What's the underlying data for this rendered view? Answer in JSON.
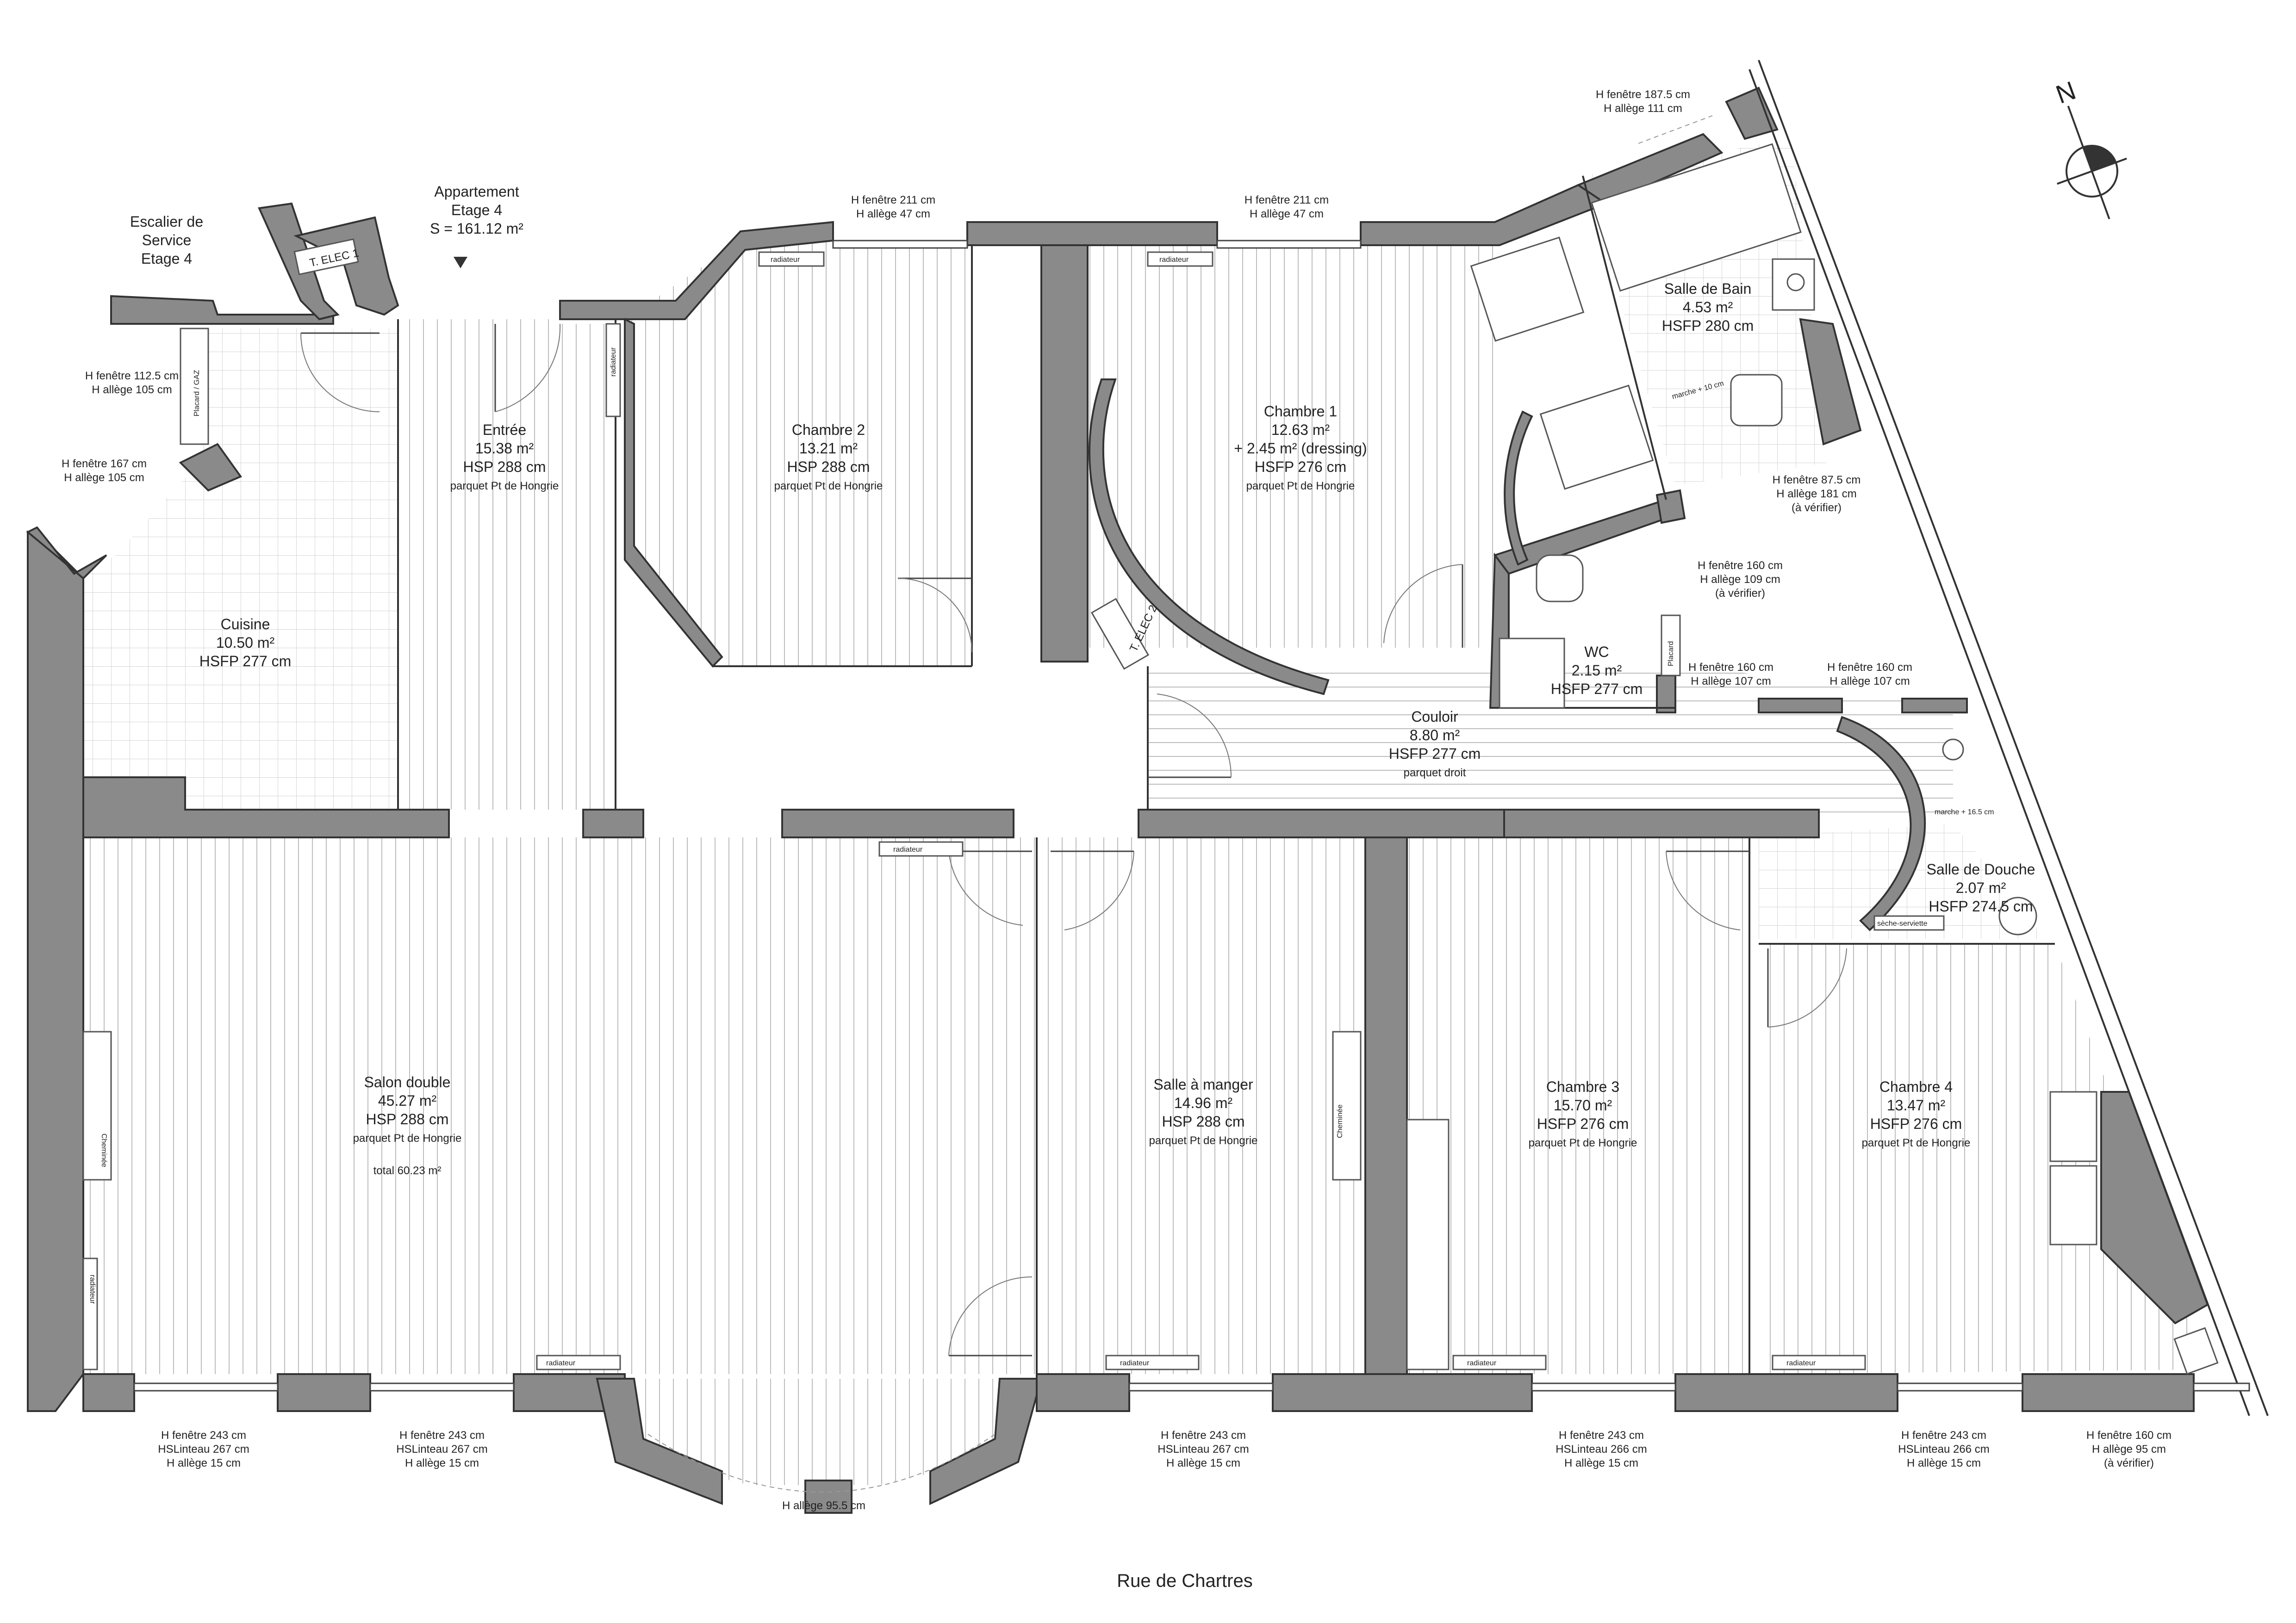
{
  "apartment": {
    "title": "Appartement",
    "floor": "Etage 4",
    "surface": "S = 161.12 m²",
    "stair": [
      "Escalier de",
      "Service",
      "Etage 4"
    ]
  },
  "street": "Rue de Chartres",
  "rooms": {
    "cuisine": {
      "lines": [
        "Cuisine",
        "10.50 m²",
        "HSFP 277 cm"
      ]
    },
    "entree": {
      "lines": [
        "Entrée",
        "15.38 m²",
        "HSP 288 cm"
      ],
      "floor": "parquet Pt de Hongrie"
    },
    "chambre2": {
      "lines": [
        "Chambre 2",
        "13.21 m²",
        "HSP 288 cm"
      ],
      "floor": "parquet Pt de Hongrie"
    },
    "chambre1": {
      "lines": [
        "Chambre 1",
        "12.63 m²",
        "+ 2.45 m² (dressing)",
        "HSFP 276 cm"
      ],
      "floor": "parquet Pt de Hongrie"
    },
    "bain": {
      "lines": [
        "Salle de Bain",
        "4.53 m²",
        "HSFP 280 cm"
      ]
    },
    "wc": {
      "lines": [
        "WC",
        "2.15 m²",
        "HSFP 277 cm"
      ]
    },
    "couloir": {
      "lines": [
        "Couloir",
        "8.80 m²",
        "HSFP 277 cm"
      ],
      "floor": "parquet droit"
    },
    "douche": {
      "lines": [
        "Salle de Douche",
        "2.07 m²",
        "HSFP 274.5 cm"
      ]
    },
    "salon": {
      "lines": [
        "Salon double",
        "45.27 m²",
        "HSP 288 cm"
      ],
      "floor": "parquet Pt de Hongrie",
      "extra": "total 60.23 m²"
    },
    "manger": {
      "lines": [
        "Salle à manger",
        "14.96 m²",
        "HSP 288 cm"
      ],
      "floor": "parquet Pt de Hongrie"
    },
    "chambre3": {
      "lines": [
        "Chambre 3",
        "15.70 m²",
        "HSFP 276 cm"
      ],
      "floor": "parquet Pt de Hongrie"
    },
    "chambre4": {
      "lines": [
        "Chambre 4",
        "13.47 m²",
        "HSFP 276 cm"
      ],
      "floor": "parquet Pt de Hongrie"
    }
  },
  "windows": {
    "w_bain_top": [
      "H fenêtre 187.5 cm",
      "H allège 111 cm"
    ],
    "w_ch2_top": [
      "H fenêtre 211 cm",
      "H allège 47 cm"
    ],
    "w_ch1_top": [
      "H fenêtre 211 cm",
      "H allège 47 cm"
    ],
    "w_cuis_1": [
      "H fenêtre 112.5 cm",
      "H allège 105 cm"
    ],
    "w_cuis_2": [
      "H fenêtre 167 cm",
      "H allège 105 cm"
    ],
    "w_bain_right": [
      "H fenêtre 87.5 cm",
      "H allège 181 cm",
      "(à vérifier)"
    ],
    "w_wc_right": [
      "H fenêtre 160 cm",
      "H allège 109 cm",
      "(à vérifier)"
    ],
    "w_cour_1": [
      "H fenêtre 160 cm",
      "H allège 107 cm"
    ],
    "w_cour_2": [
      "H fenêtre 160 cm",
      "H allège 107 cm"
    ],
    "w_bot_1": [
      "H fenêtre 243 cm",
      "HSLinteau 267 cm",
      "H allège 15 cm"
    ],
    "w_bot_2": [
      "H fenêtre 243 cm",
      "HSLinteau 267 cm",
      "H allège 15 cm"
    ],
    "w_bot_bay": [
      "H allège 95.5 cm"
    ],
    "w_bot_3": [
      "H fenêtre 243 cm",
      "HSLinteau 267 cm",
      "H allège 15 cm"
    ],
    "w_bot_4": [
      "H fenêtre 243 cm",
      "HSLinteau 266 cm",
      "H allège 15 cm"
    ],
    "w_bot_5": [
      "H fenêtre 243 cm",
      "HSLinteau 266 cm",
      "H allège 15 cm"
    ],
    "w_bot_6": [
      "H fenêtre 160 cm",
      "H allège 95 cm",
      "(à vérifier)"
    ]
  },
  "labels": {
    "elec1": "T. ELEC 1",
    "elec2": "T. ELEC 2",
    "gaz": "Placard / GAZ",
    "placard": "Placard",
    "radiateur": "radiateur",
    "cheminee": "Cheminée",
    "seche": "sèche-serviette",
    "marche_bain": "marche + 10 cm",
    "marche_douche": "marche + 16.5 cm",
    "radiator_small": "radiateur",
    "north": "N"
  }
}
